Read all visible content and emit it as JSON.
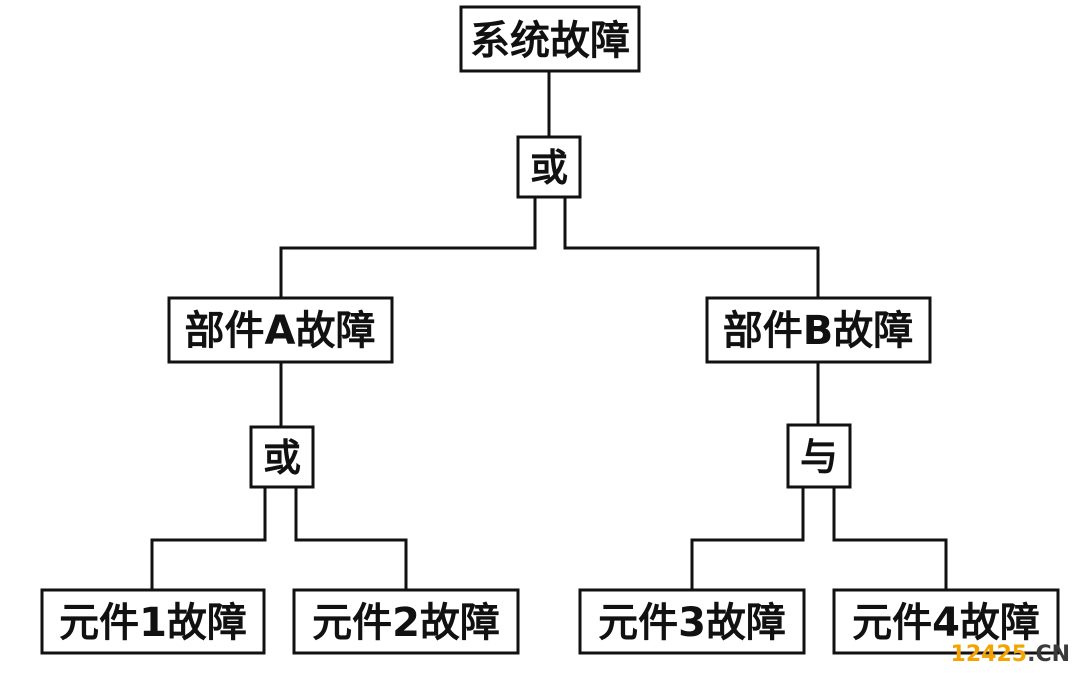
{
  "diagram": {
    "top": {
      "label": "系统故障"
    },
    "gate_top": {
      "label": "或"
    },
    "part_a": {
      "label": "部件A故障"
    },
    "part_b": {
      "label": "部件B故障"
    },
    "gate_a": {
      "label": "或"
    },
    "gate_b": {
      "label": "与"
    },
    "comp1": {
      "label": "元件1故障"
    },
    "comp2": {
      "label": "元件2故障"
    },
    "comp3": {
      "label": "元件3故障"
    },
    "comp4": {
      "label": "元件4故障"
    }
  },
  "watermark": {
    "number": "12425",
    "dot": ".",
    "suffix": "CN",
    "colors": {
      "number": "#f5a300",
      "suffix": "#3a3a3a"
    }
  }
}
